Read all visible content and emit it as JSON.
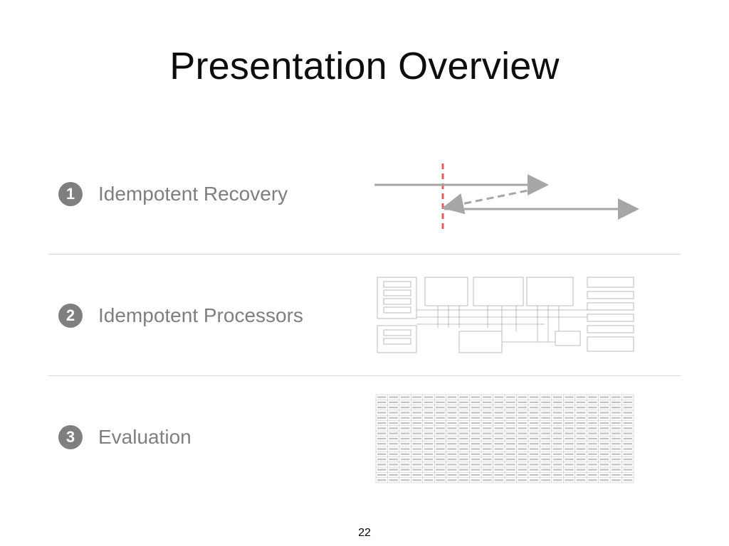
{
  "slide": {
    "title": "Presentation Overview",
    "page_number": "22"
  },
  "items": [
    {
      "number": "1",
      "label": "Idempotent Recovery",
      "thumbnail": "recovery-timeline-diagram"
    },
    {
      "number": "2",
      "label": "Idempotent Processors",
      "thumbnail": "processor-block-diagram"
    },
    {
      "number": "3",
      "label": "Evaluation",
      "thumbnail": "evaluation-data-table"
    }
  ],
  "colors": {
    "title_text": "#0d0d0d",
    "item_text": "#7f7f7f",
    "number_badge": "#7f7f7f",
    "divider": "#d8d8d8",
    "arrow": "#a6a6a6",
    "dashed_marker": "#e06060"
  }
}
